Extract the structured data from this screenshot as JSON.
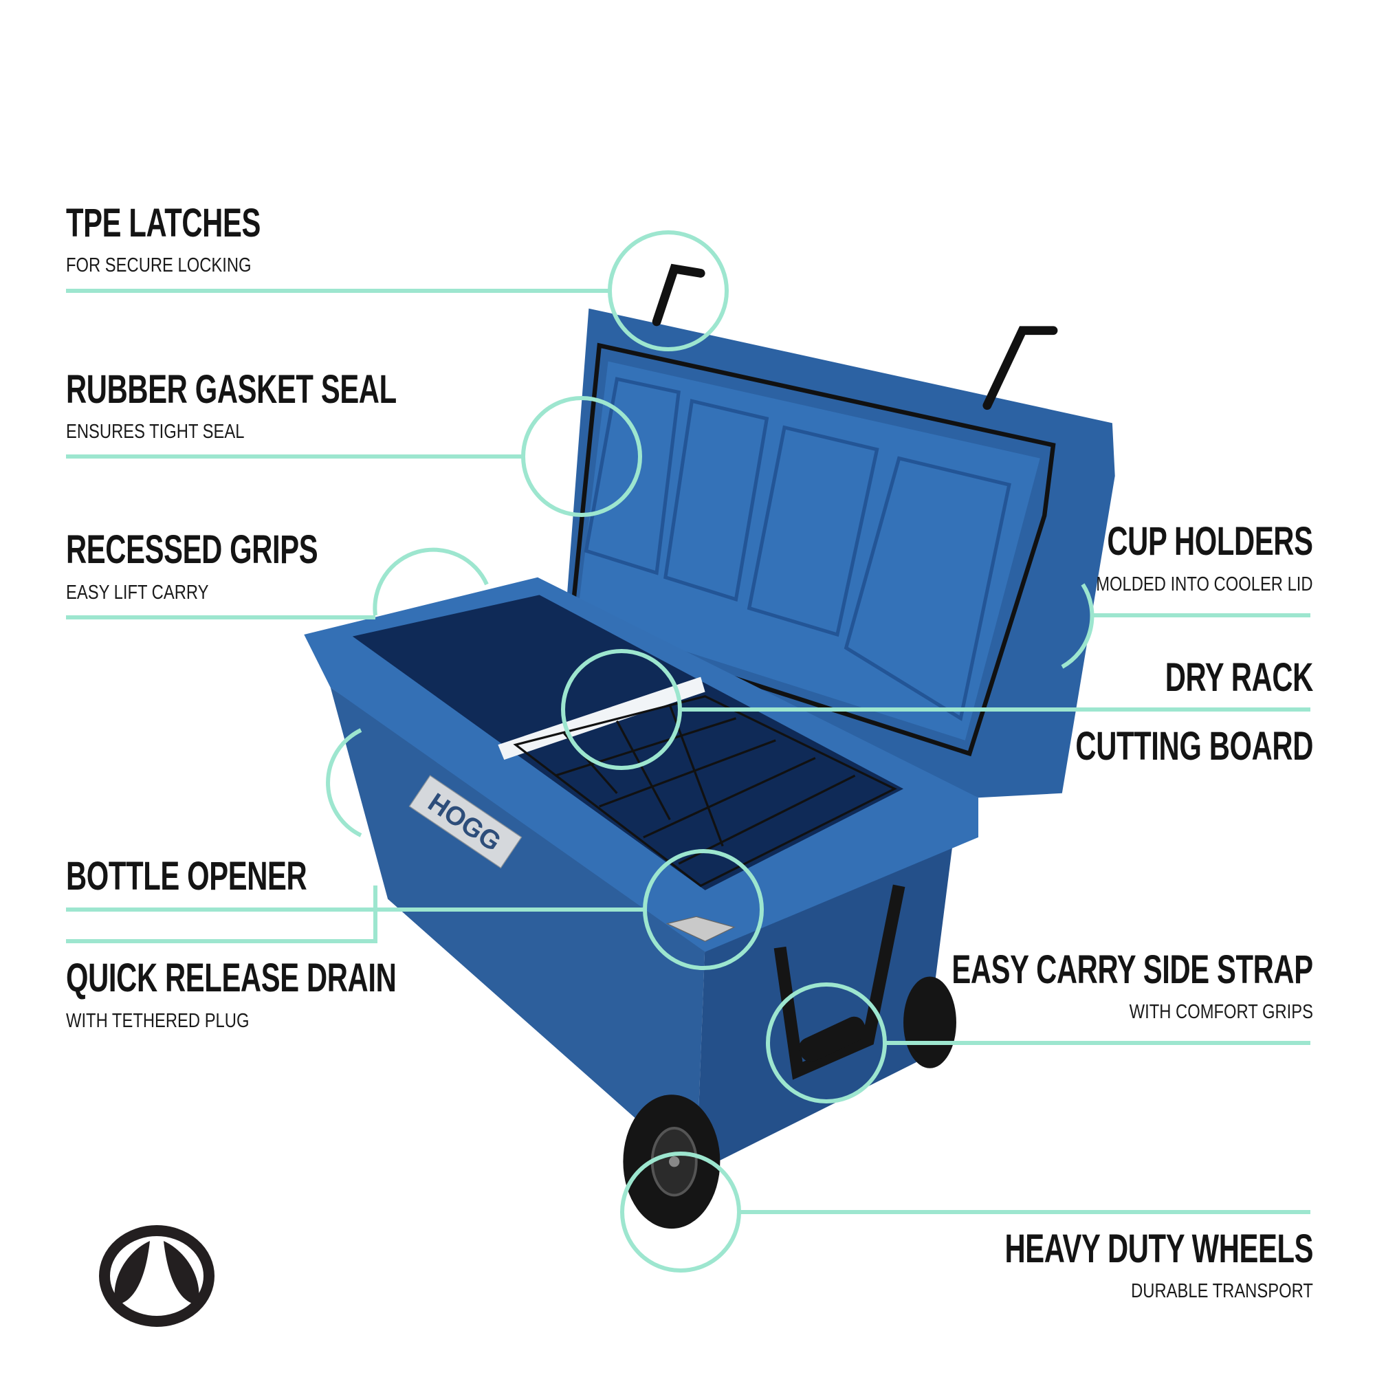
{
  "accent_color": "#9de6cf",
  "product_color": "#2f66a8",
  "brand_badge": "HOGG",
  "logo": "brand-logo-icon",
  "features": {
    "tpe_latches": {
      "title": "TPE LATCHES",
      "subtitle": "FOR SECURE LOCKING"
    },
    "gasket": {
      "title": "RUBBER GASKET SEAL",
      "subtitle": "ENSURES TIGHT SEAL"
    },
    "grips": {
      "title": "RECESSED GRIPS",
      "subtitle": "EASY LIFT CARRY"
    },
    "bottle_opener": {
      "title": "BOTTLE OPENER"
    },
    "drain": {
      "title": "QUICK RELEASE DRAIN",
      "subtitle": "WITH TETHERED PLUG"
    },
    "cup_holders": {
      "title": "CUP HOLDERS",
      "subtitle": "MOLDED INTO COOLER LID"
    },
    "dry_rack": {
      "title": "DRY RACK"
    },
    "cutting_board": {
      "title": "CUTTING BOARD"
    },
    "side_strap": {
      "title": "EASY CARRY SIDE STRAP",
      "subtitle": "WITH COMFORT GRIPS"
    },
    "wheels": {
      "title": "HEAVY DUTY WHEELS",
      "subtitle": "DURABLE TRANSPORT"
    }
  }
}
